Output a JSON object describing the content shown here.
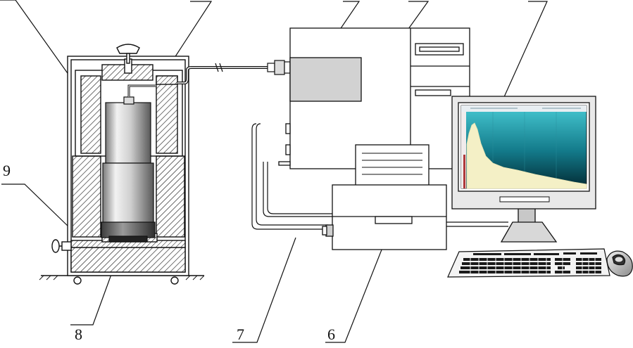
{
  "callouts": [
    {
      "id": "9",
      "label": "9"
    },
    {
      "id": "8",
      "label": "8"
    },
    {
      "id": "7",
      "label": "7"
    },
    {
      "id": "6",
      "label": "6"
    }
  ],
  "colors": {
    "line": "#111111",
    "cylinder_light": "#e8e8e8",
    "cylinder_dark": "#6d6d6d",
    "panel_gray": "#d2d2d2",
    "screen_top": "#3fc3cf",
    "screen_bottom": "#02303a",
    "spectrum_fill": "#f4f0c6"
  },
  "icons": [
    "mouse-icon",
    "keyboard-icon",
    "monitor-icon",
    "computer-tower-icon",
    "printer-icon",
    "lead-shield-icon",
    "detector-icon"
  ]
}
